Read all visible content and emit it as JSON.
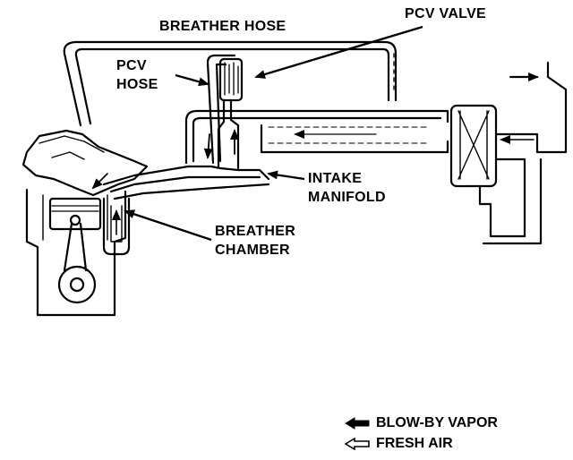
{
  "labels": {
    "breather_hose": "BREATHER HOSE",
    "pcv_valve": "PCV VALVE",
    "pcv_hose_line1": "PCV",
    "pcv_hose_line2": "HOSE",
    "intake_manifold_line1": "INTAKE",
    "intake_manifold_line2": "MANIFOLD",
    "breather_chamber_line1": "BREATHER",
    "breather_chamber_line2": "CHAMBER"
  },
  "legend": {
    "blow_by_vapor": "BLOW-BY VAPOR",
    "fresh_air": "FRESH AIR"
  },
  "colors": {
    "ink": "#000000",
    "paper": "#ffffff"
  }
}
